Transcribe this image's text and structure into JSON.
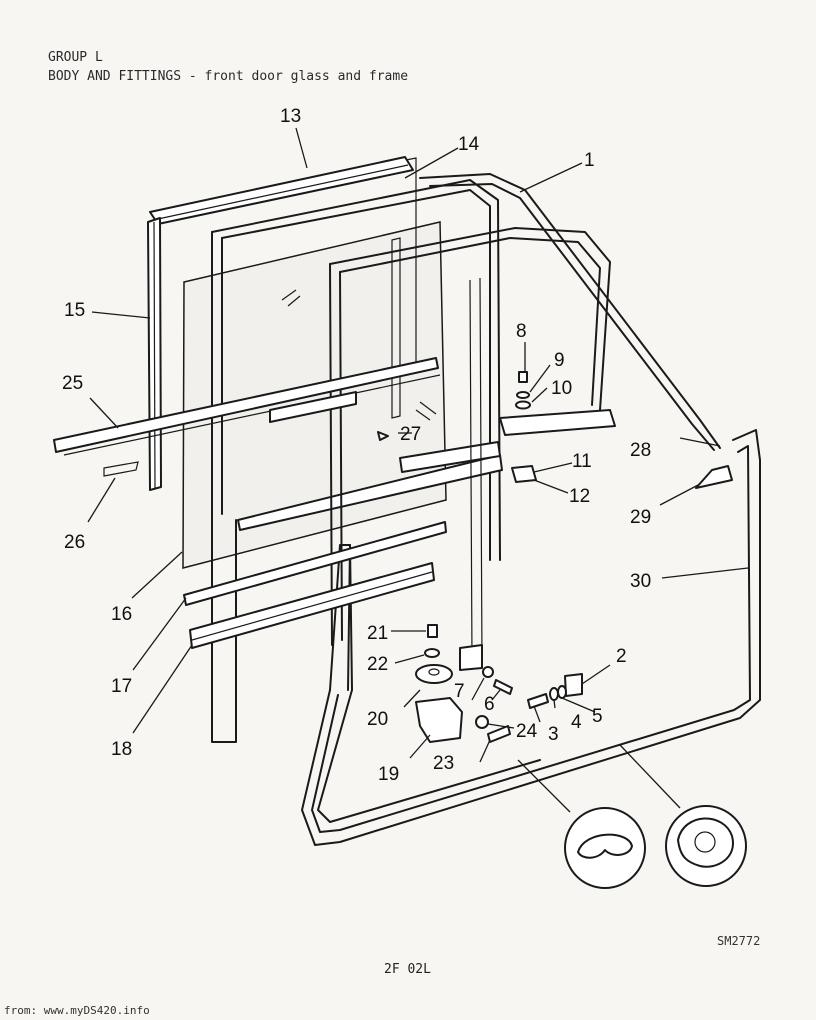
{
  "header": {
    "group": "GROUP L",
    "title": "BODY AND FITTINGS - front door glass and frame"
  },
  "callouts": [
    "1",
    "2",
    "3",
    "4",
    "5",
    "6",
    "7",
    "8",
    "9",
    "10",
    "11",
    "12",
    "13",
    "14",
    "15",
    "16",
    "17",
    "18",
    "19",
    "20",
    "21",
    "22",
    "23",
    "24",
    "25",
    "26",
    "27",
    "28",
    "29",
    "30"
  ],
  "reference": "SM2772",
  "page_number": "2F 02L",
  "source": "from: www.myDS420.info"
}
